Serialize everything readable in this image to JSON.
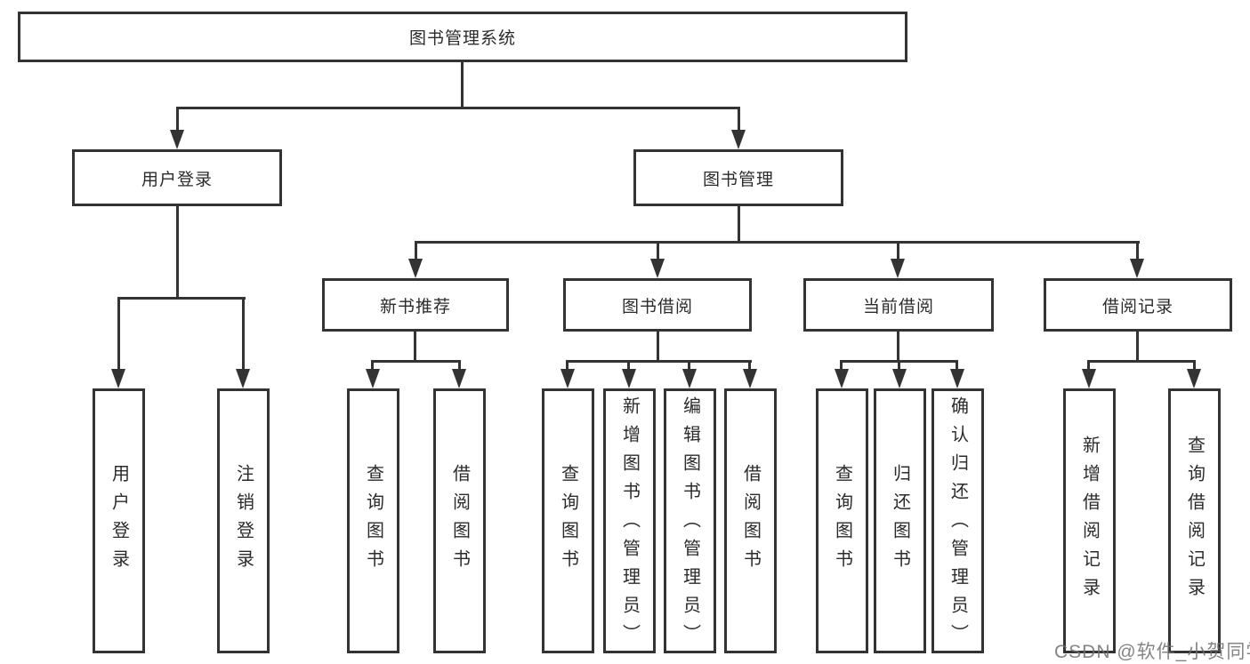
{
  "nodes": {
    "root": "图书管理系统",
    "user_login": "用户登录",
    "book_mgmt": "图书管理",
    "new_book_rec": "新书推荐",
    "book_borrow": "图书借阅",
    "current_borrow": "当前借阅",
    "borrow_records": "借阅记录",
    "leaf_user_login": "用户登录",
    "leaf_logout": "注销登录",
    "leaf_rec_query": "查询图书",
    "leaf_rec_borrow": "借阅图书",
    "leaf_bb_query": "查询图书",
    "leaf_bb_add": "新增图书（管理员）",
    "leaf_bb_edit": "编辑图书（管理员）",
    "leaf_bb_borrow": "借阅图书",
    "leaf_cb_query": "查询图书",
    "leaf_cb_return": "归还图书",
    "leaf_cb_confirm": "确认归还（管理员）",
    "leaf_br_add": "新增借阅记录",
    "leaf_br_query": "查询借阅记录"
  },
  "watermark": "CSDN @软件_小贺同学",
  "colors": {
    "line": "#333333",
    "box_border": "#333333",
    "text": "#2b2b2b",
    "background": "#ffffff",
    "watermark": "#6e6e6e"
  }
}
